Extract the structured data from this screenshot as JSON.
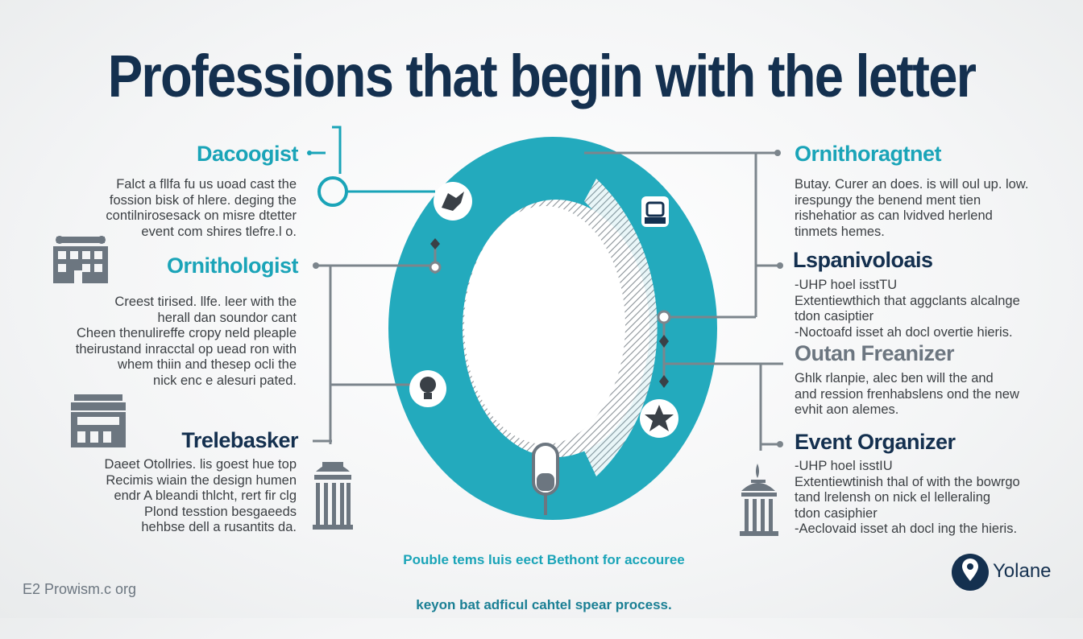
{
  "title": "Professions that begin with the letter",
  "left": [
    {
      "heading": "Dacoogist",
      "body": "Falct a fllfa fu us uoad cast the\nfossion bisk of hlere. deging the\ncontilnirosesack on misre dtetter\nevent com shires tlefre.l o."
    },
    {
      "heading": "Ornithologist",
      "body": "Creest tirised. llfe. leer with the\nherall dan soundor cant\nCheen thenulireffe cropy neld pleaple\ntheirustand inracctal op uead ron with\nwhem thiin and thesep ocli the\nnick enc e alesuri pated."
    },
    {
      "heading": "Trelebasker",
      "body": "Daeet Otollries. lis goest hue top\nRecimis wiain the design humen\nendr A bleandi thlcht, rert fir clg\nPlond tesstion besgaeeds\nhehbse dell a rusantits da."
    }
  ],
  "right": [
    {
      "heading": "Ornithoragtnet",
      "body": "Butay. Curer an does. is will oul up. low.\nirespungy the benend ment tien\nrishehatior as can lvidved herlend\ntinmets hemes."
    },
    {
      "heading": "Lspanivoloais",
      "body": "-UHP hoel isstTU\nExtentiewthich that aggclants alcalnge\ntdon casiptier\n-Noctoafd isset ah docl overtie hieris."
    },
    {
      "heading": "Outan Freanizer",
      "body": "Ghlk rlanpie, alec ben will the and\nand ression frenhabslens ond the new\nevhit aon alemes."
    },
    {
      "heading": "Event Organizer",
      "body": "-UHP hoel isstIU\nExtentiewtinish thal of with the bowrgo\ntand lrelensh on nick el lelleraling\ntdon casiphier\n-Aeclovaid isset ah docl ing the hieris."
    }
  ],
  "caption": {
    "line1": "Pouble tems luis eect Bethont for accouree",
    "line2": "keyon bat adficul cahtel spear process."
  },
  "footer": "E2 Prowism.c org",
  "brand": "Yolane",
  "colors": {
    "teal": "#1aa4b8",
    "navy": "#14304f",
    "gray": "#6c7680"
  }
}
